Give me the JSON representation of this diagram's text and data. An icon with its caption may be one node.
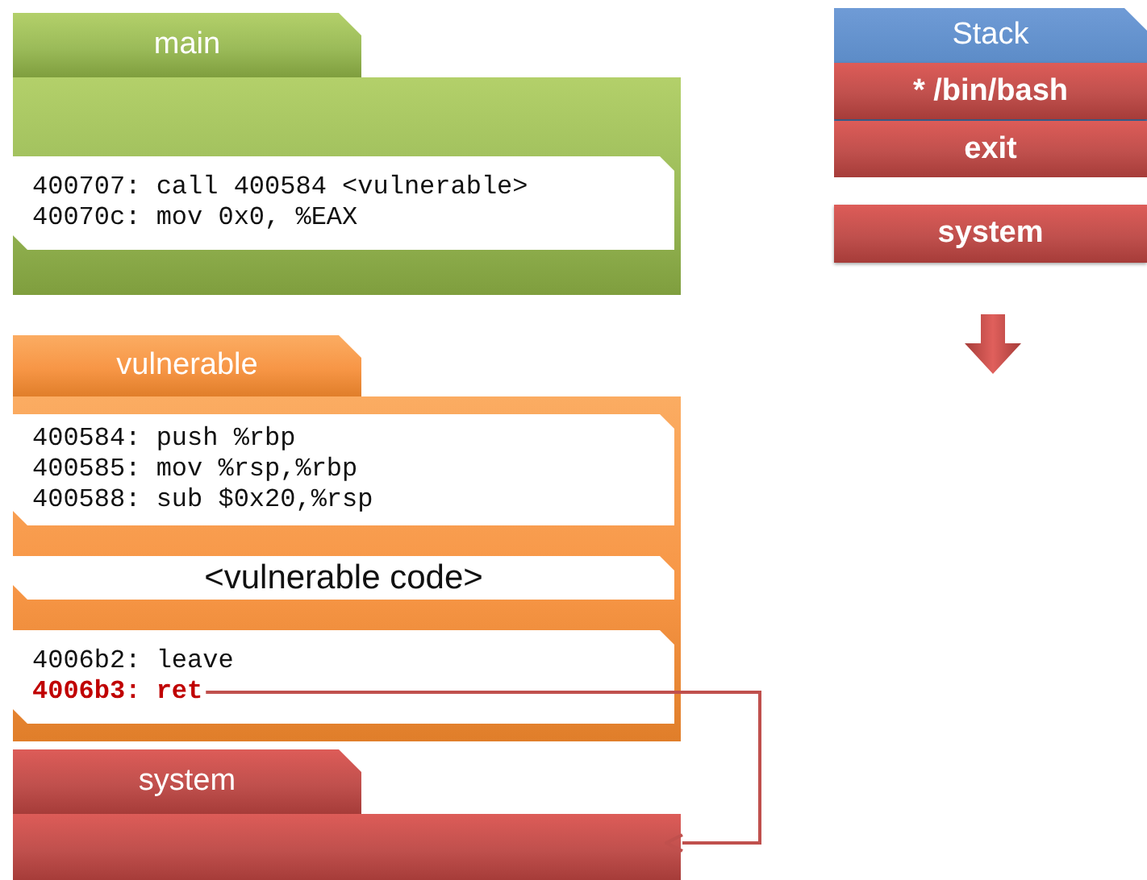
{
  "diagram": {
    "nodes": [
      {
        "text": [
          "main"
        ]
      },
      {
        "text": [
          "400707: call 400584 <vulnerable>",
          "40070c: mov 0x0, %EAX"
        ],
        "in": 0
      },
      {
        "text": [
          "vulnerable"
        ]
      },
      {
        "text": [
          "400584: push %rbp",
          "400585: mov %rsp,%rbp",
          "400588: sub $0x20,%rsp"
        ],
        "in": 2
      },
      {
        "text": [
          "<vulnerable code>"
        ],
        "in": 2
      },
      {
        "text": [
          "4006b2: leave"
        ],
        "in": 2
      },
      {
        "text": [
          "4006b3: ret"
        ],
        "in": 5
      },
      {
        "text": [
          "system"
        ]
      },
      {
        "text": [
          "Stack"
        ]
      },
      {
        "text": [
          "* /bin/bash"
        ],
        "in": 8
      },
      {
        "text": [
          "exit"
        ],
        "in": 8
      },
      {
        "text": [
          "system"
        ]
      }
    ],
    "edges": [
      {
        "from": 6,
        "to": 7,
        "arrow": "to"
      }
    ]
  }
}
